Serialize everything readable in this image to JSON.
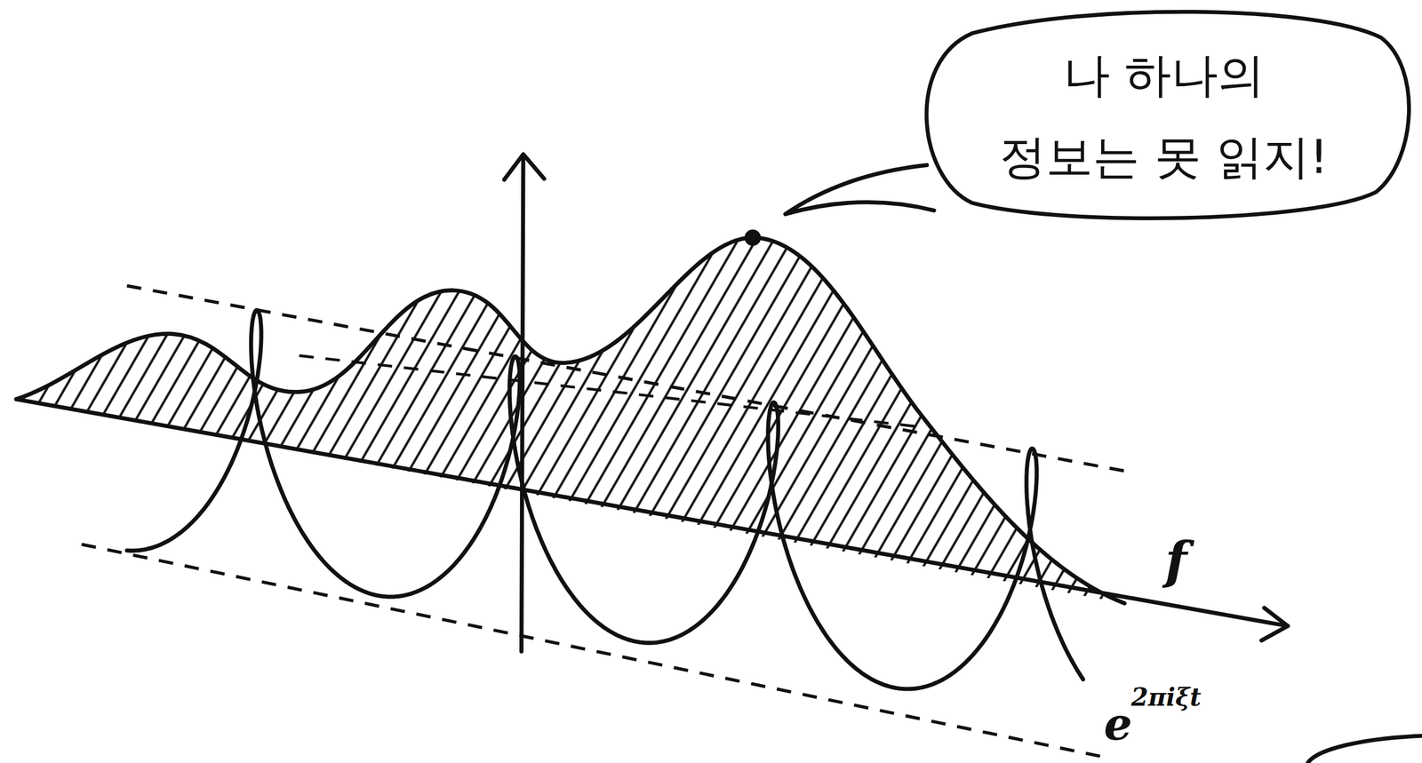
{
  "diagram": {
    "nodes": [
      {
        "text": [
          "나 하나의 정보는 못 읽지!"
        ]
      }
    ],
    "labels": [
      "f",
      "e",
      "2πiξt"
    ]
  }
}
